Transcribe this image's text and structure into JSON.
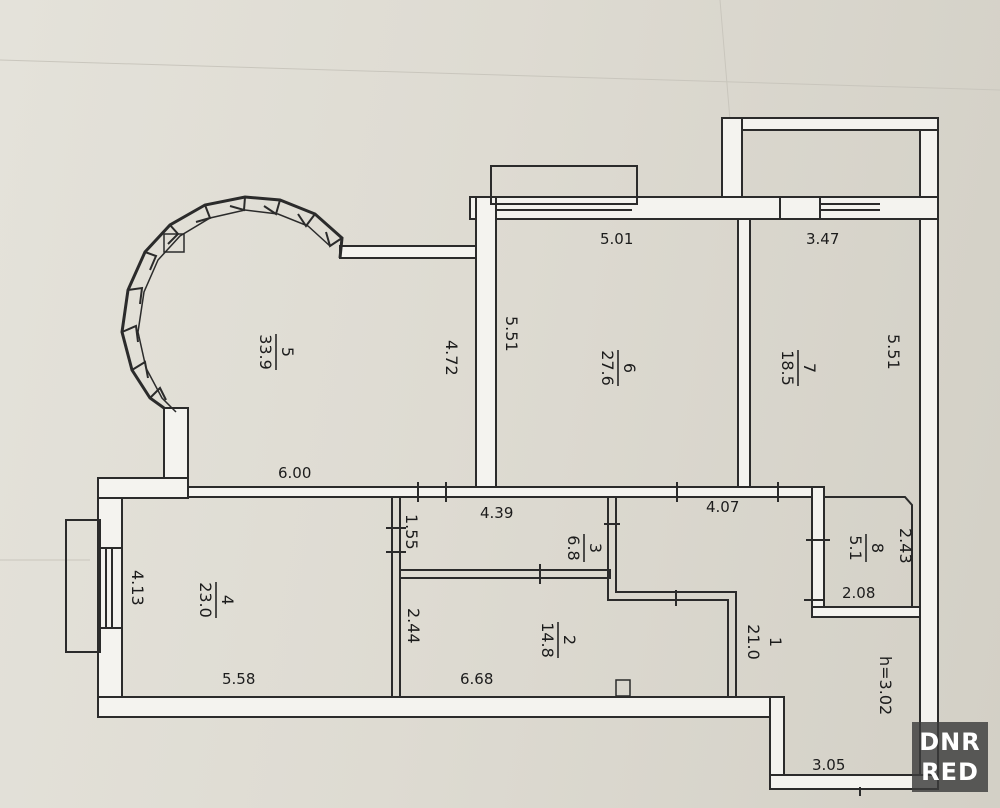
{
  "rooms": [
    {
      "id": "1",
      "area": "21.0"
    },
    {
      "id": "2",
      "area": "14.8"
    },
    {
      "id": "3",
      "area": "6.8"
    },
    {
      "id": "4",
      "area": "23.0"
    },
    {
      "id": "5",
      "area": "33.9"
    },
    {
      "id": "6",
      "area": "27.6"
    },
    {
      "id": "7",
      "area": "18.5"
    },
    {
      "id": "8",
      "area": "5.1"
    }
  ],
  "dimensions": {
    "r6_width": "5.01",
    "r7_width": "3.47",
    "r7_depth": "5.51",
    "r6_depth": "5.51",
    "r5_depth": "4.72",
    "r5_width": "6.00",
    "corridor_width": "4.39",
    "hall_width": "4.07",
    "r3_depth": "1.55",
    "r8_depth": "2.43",
    "r8_width": "2.08",
    "r4_depth": "4.13",
    "r4_width": "5.58",
    "r2_depth": "2.44",
    "r2_width": "6.68",
    "ceiling_height": "h=3.02",
    "entrance_width": "3.05"
  },
  "watermark": {
    "line1": "DNR",
    "line2": "RED"
  }
}
